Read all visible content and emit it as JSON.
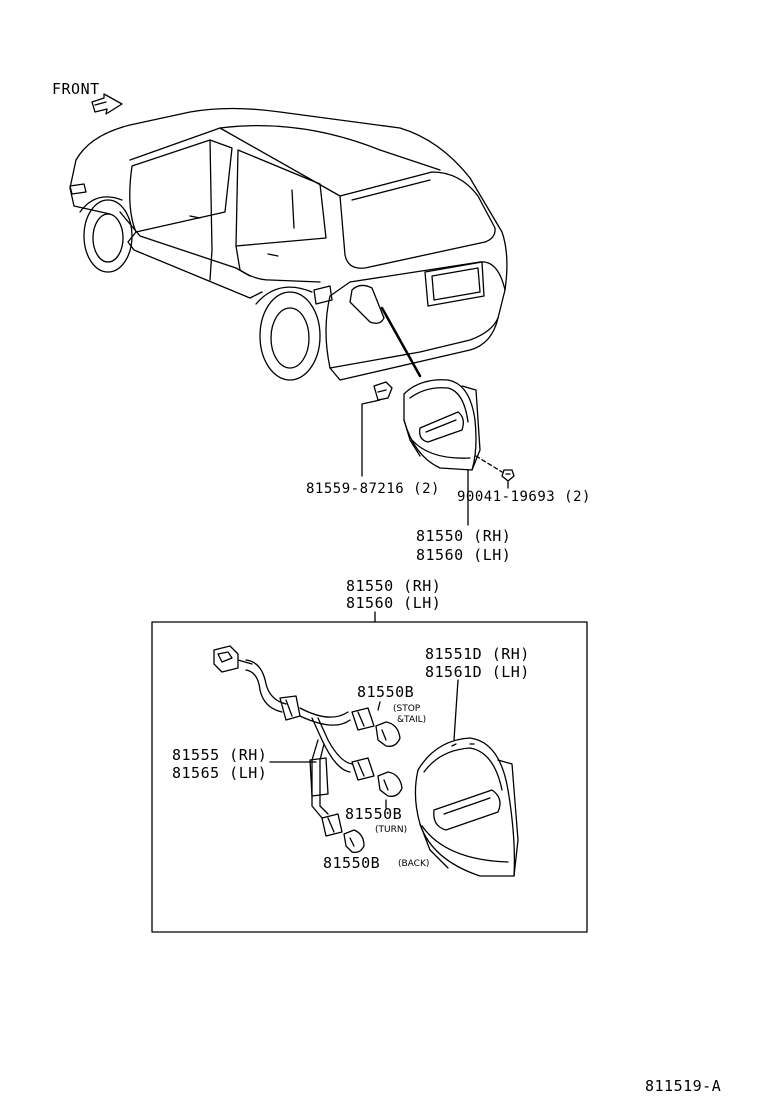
{
  "diagram": {
    "front_label": "FRONT",
    "clip_part": "81559-87216 (2)",
    "nut_part": "90041-19693 (2)",
    "lamp_assy_top": [
      "81550 (RH)",
      "81560 (LH)"
    ],
    "lamp_assy_box": [
      "81550 (RH)",
      "81560 (LH)"
    ],
    "lens_part": [
      "81551D (RH)",
      "81561D (LH)"
    ],
    "socket_wire": [
      "81555 (RH)",
      "81565 (LH)"
    ],
    "bulb_stop_tail": {
      "part": "81550B",
      "note": [
        "(STOP",
        "&TAIL)"
      ]
    },
    "bulb_turn": {
      "part": "81550B",
      "note": "(TURN)"
    },
    "bulb_back": {
      "part": "81550B",
      "note": "(BACK)"
    },
    "figure_id": "811519-A"
  }
}
